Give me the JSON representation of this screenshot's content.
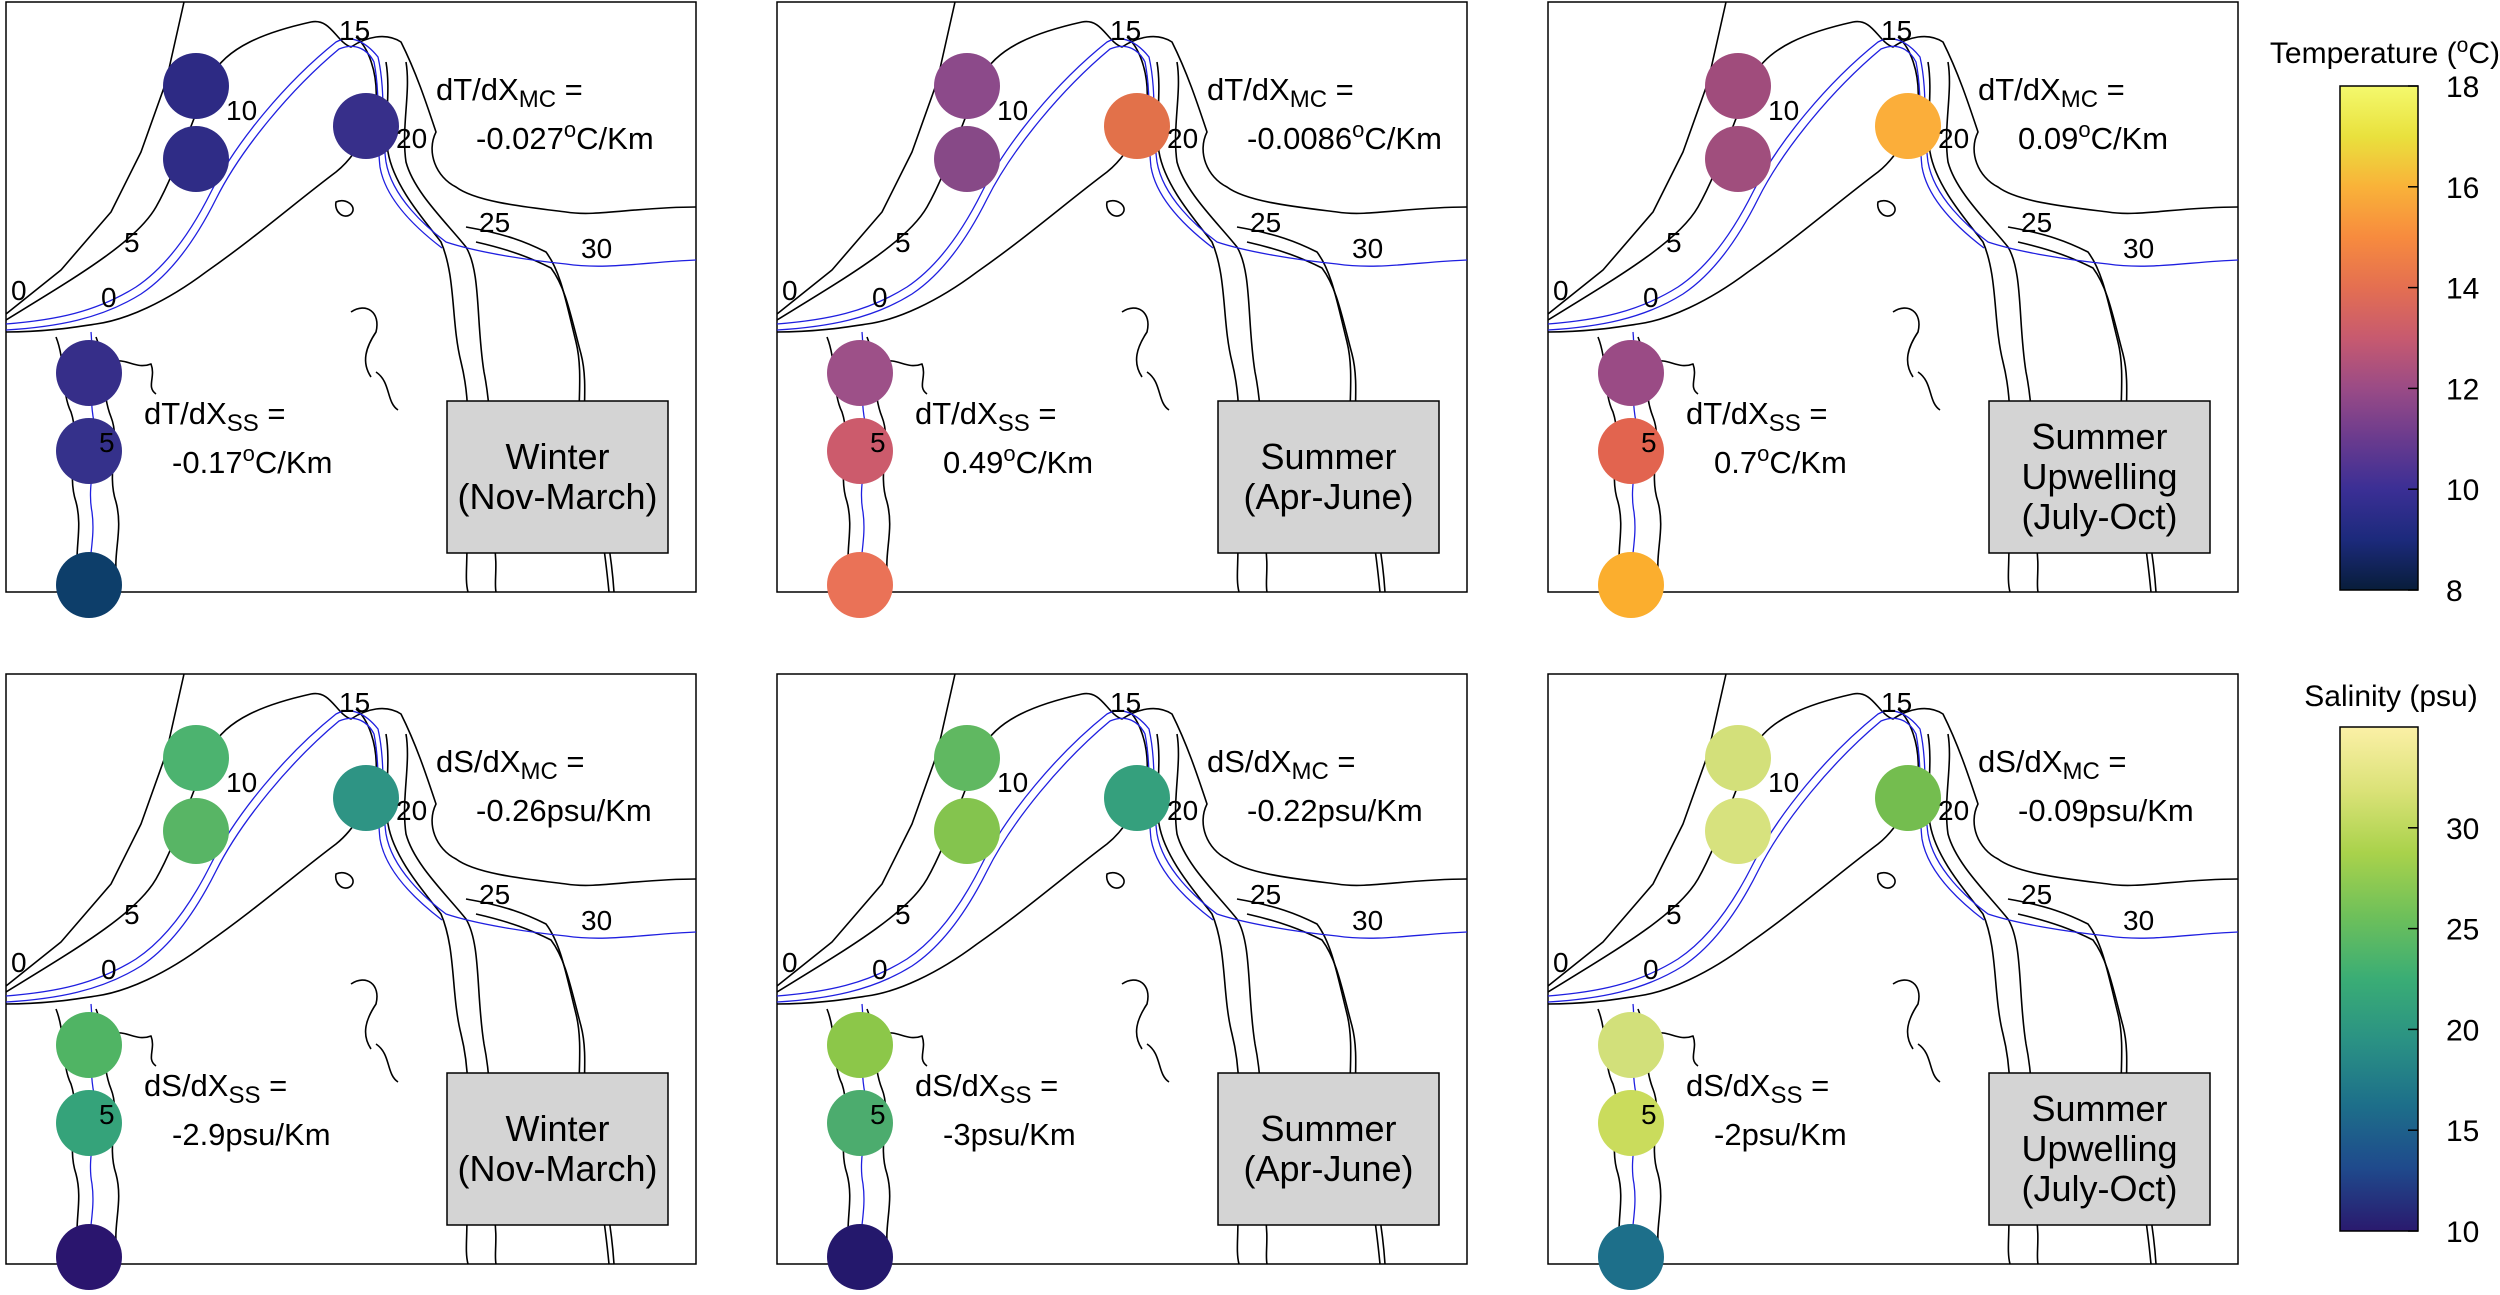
{
  "km_labels": [
    "0",
    "0",
    "5",
    "10",
    "15",
    "20",
    "25",
    "30",
    "5"
  ],
  "panels": [
    {
      "id": "temp-winter",
      "season": [
        "Winter",
        "(Nov-March)"
      ],
      "upper_gradient": {
        "prefix": "dT/dX",
        "subscript": "MC",
        "eq": " =",
        "value": "-0.027",
        "unit_sup": "o",
        "unit_tail": "C/Km"
      },
      "lower_gradient": {
        "prefix": "dT/dX",
        "subscript": "SS",
        "eq": " =",
        "value": "-0.17",
        "unit_sup": "o",
        "unit_tail": "C/Km"
      },
      "station_colors": [
        "#2d2a84",
        "#2f2c86",
        "#372f8a",
        "#362e89",
        "#35318b",
        "#0d3e6a"
      ]
    },
    {
      "id": "temp-summer",
      "season": [
        "Summer",
        "(Apr-June)"
      ],
      "upper_gradient": {
        "prefix": "dT/dX",
        "subscript": "MC",
        "eq": " =",
        "value": "-0.0086",
        "unit_sup": "o",
        "unit_tail": "C/Km"
      },
      "lower_gradient": {
        "prefix": "dT/dX",
        "subscript": "SS",
        "eq": " =",
        "value": "0.49",
        "unit_sup": "o",
        "unit_tail": "C/Km"
      },
      "station_colors": [
        "#8c4a8a",
        "#874987",
        "#e2714a",
        "#9d5088",
        "#cc5b6c",
        "#ea7257"
      ]
    },
    {
      "id": "temp-upwelling",
      "season": [
        "Summer",
        "Upwelling",
        "(July-Oct)"
      ],
      "upper_gradient": {
        "prefix": "dT/dX",
        "subscript": "MC",
        "eq": " =",
        "value": "0.09",
        "unit_sup": "o",
        "unit_tail": "C/Km"
      },
      "lower_gradient": {
        "prefix": "dT/dX",
        "subscript": "SS",
        "eq": " =",
        "value": "0.7",
        "unit_sup": "o",
        "unit_tail": "C/Km"
      },
      "station_colors": [
        "#a04c7c",
        "#a04e7d",
        "#fbae3a",
        "#9a4b85",
        "#e2644f",
        "#fbae2e"
      ]
    },
    {
      "id": "sal-winter",
      "season": [
        "Winter",
        "(Nov-March)"
      ],
      "upper_gradient": {
        "prefix": "dS/dX",
        "subscript": "MC",
        "eq": " =",
        "value": "-0.26psu/Km"
      },
      "lower_gradient": {
        "prefix": "dS/dX",
        "subscript": "SS",
        "eq": " =",
        "value": "-2.9psu/Km"
      },
      "station_colors": [
        "#4cb36f",
        "#58b565",
        "#2e9484",
        "#50b464",
        "#35a37a",
        "#2a156e"
      ]
    },
    {
      "id": "sal-summer",
      "season": [
        "Summer",
        "(Apr-June)"
      ],
      "upper_gradient": {
        "prefix": "dS/dX",
        "subscript": "MC",
        "eq": " =",
        "value": "-0.22psu/Km"
      },
      "lower_gradient": {
        "prefix": "dS/dX",
        "subscript": "SS",
        "eq": " =",
        "value": "-3psu/Km"
      },
      "station_colors": [
        "#60b861",
        "#84c44e",
        "#35a07d",
        "#8cc749",
        "#4cac6e",
        "#24186c"
      ]
    },
    {
      "id": "sal-upwelling",
      "season": [
        "Summer",
        "Upwelling",
        "(July-Oct)"
      ],
      "upper_gradient": {
        "prefix": "dS/dX",
        "subscript": "MC",
        "eq": " =",
        "value": "-0.09psu/Km"
      },
      "lower_gradient": {
        "prefix": "dS/dX",
        "subscript": "SS",
        "eq": " =",
        "value": "-2psu/Km"
      },
      "station_colors": [
        "#d3e07a",
        "#d7e27e",
        "#74bd4f",
        "#d2e07a",
        "#cadc5c",
        "#1d6f8a"
      ]
    }
  ],
  "colorbars": [
    {
      "id": "temperature",
      "title_parts": [
        "Temperature (",
        "o",
        "C)"
      ],
      "min": 8,
      "max": 18,
      "ticks": [
        "8",
        "10",
        "12",
        "14",
        "16",
        "18"
      ],
      "colors": [
        "#081d3a",
        "#1c2a7c",
        "#3b2f95",
        "#6a3b8e",
        "#9a4b86",
        "#c75a6f",
        "#e46f51",
        "#f78b3e",
        "#f9b239",
        "#e9e13d",
        "#f4f96d"
      ]
    },
    {
      "id": "salinity",
      "title_parts": [
        "Salinity (psu)"
      ],
      "min": 10,
      "max": 35,
      "ticks": [
        "10",
        "15",
        "20",
        "25",
        "30"
      ],
      "colors": [
        "#2a1a6e",
        "#1f4a8c",
        "#1d6f8a",
        "#2a9184",
        "#3aad75",
        "#6ec05a",
        "#a9d24b",
        "#dbe278",
        "#fbf0a6"
      ]
    }
  ]
}
